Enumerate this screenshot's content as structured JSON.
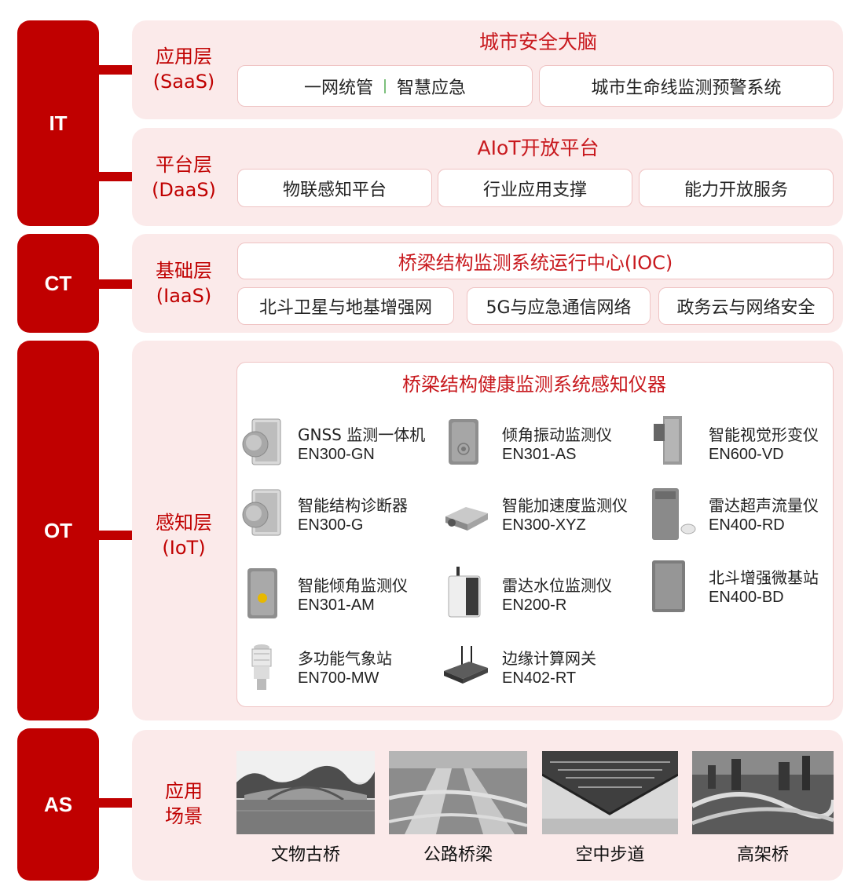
{
  "tiers": {
    "it": "IT",
    "ct": "CT",
    "ot": "OT",
    "as": "AS"
  },
  "saas": {
    "label_line1": "应用层",
    "label_line2": "(SaaS)",
    "title": "城市安全大脑",
    "box1_a": "一网统管",
    "box1_b": "智慧应急",
    "box2": "城市生命线监测预警系统"
  },
  "daas": {
    "label_line1": "平台层",
    "label_line2": "(DaaS)",
    "title": "AIoT开放平台",
    "boxes": [
      "物联感知平台",
      "行业应用支撑",
      "能力开放服务"
    ]
  },
  "iaas": {
    "label_line1": "基础层",
    "label_line2": "(IaaS)",
    "title": "桥梁结构监测系统运行中心(IOC)",
    "boxes": [
      "北斗卫星与地基增强网",
      "5G与应急通信网络",
      "政务云与网络安全"
    ]
  },
  "iot": {
    "label_line1": "感知层",
    "label_line2": "(IoT)",
    "title": "桥梁结构健康监测系统感知仪器",
    "devices": [
      {
        "name": "GNSS 监测一体机",
        "model": "EN300-GN",
        "icon": "gnss-device-icon"
      },
      {
        "name": "倾角振动监测仪",
        "model": "EN301-AS",
        "icon": "tilt-vibration-device-icon"
      },
      {
        "name": "智能视觉形变仪",
        "model": "EN600-VD",
        "icon": "vision-deformation-device-icon"
      },
      {
        "name": "智能结构诊断器",
        "model": "EN300-G",
        "icon": "structure-diagnosis-device-icon"
      },
      {
        "name": "智能加速度监测仪",
        "model": "EN300-XYZ",
        "icon": "accelerometer-device-icon"
      },
      {
        "name": "雷达超声流量仪",
        "model": "EN400-RD",
        "icon": "radar-flow-device-icon"
      },
      {
        "name": "智能倾角监测仪",
        "model": "EN301-AM",
        "icon": "tilt-device-icon"
      },
      {
        "name": "雷达水位监测仪",
        "model": " EN200-R",
        "icon": "radar-water-level-device-icon"
      },
      {
        "name": "北斗增强微基站",
        "model": "EN400-BD",
        "icon": "beidou-base-station-icon"
      },
      {
        "name": "多功能气象站",
        "model": "EN700-MW",
        "icon": "weather-station-icon"
      },
      {
        "name": "边缘计算网关",
        "model": "EN402-RT",
        "icon": "edge-gateway-icon"
      }
    ]
  },
  "scenes": {
    "label_line1": "应用",
    "label_line2": "场景",
    "items": [
      {
        "caption": "文物古桥",
        "icon": "ancient-bridge-photo"
      },
      {
        "caption": "公路桥梁",
        "icon": "highway-bridge-photo"
      },
      {
        "caption": "空中步道",
        "icon": "sky-walkway-photo"
      },
      {
        "caption": "高架桥",
        "icon": "viaduct-photo"
      }
    ]
  },
  "colors": {
    "brand_red": "#c00000",
    "panel_bg": "#fbeaea",
    "box_border": "#efc3c3"
  }
}
